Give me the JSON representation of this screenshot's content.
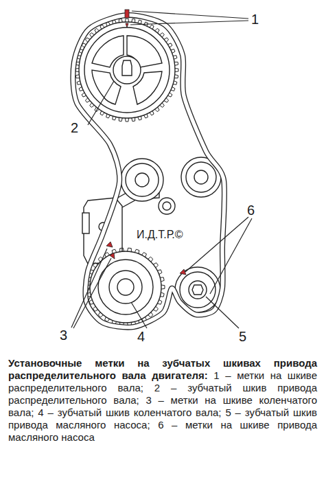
{
  "diagram": {
    "title": "Установочные метки на зубчатых шкивах привода распределительного вала двигателя:",
    "caption": "1 – метки на шкиве распределительного вала; 2 – зубчатый шкив привода распределительного вала; 3 – метки на шкиве коленчатого вала; 4 – зубчатый шкив коленчатого вала; 5 – зубчатый шкив привода масляного насоса; 6 – метки на шкиве привода масляного насоса",
    "labels": [
      "1",
      "2",
      "3",
      "4",
      "5",
      "6",
      "И.Д.Т.Р.©"
    ]
  }
}
